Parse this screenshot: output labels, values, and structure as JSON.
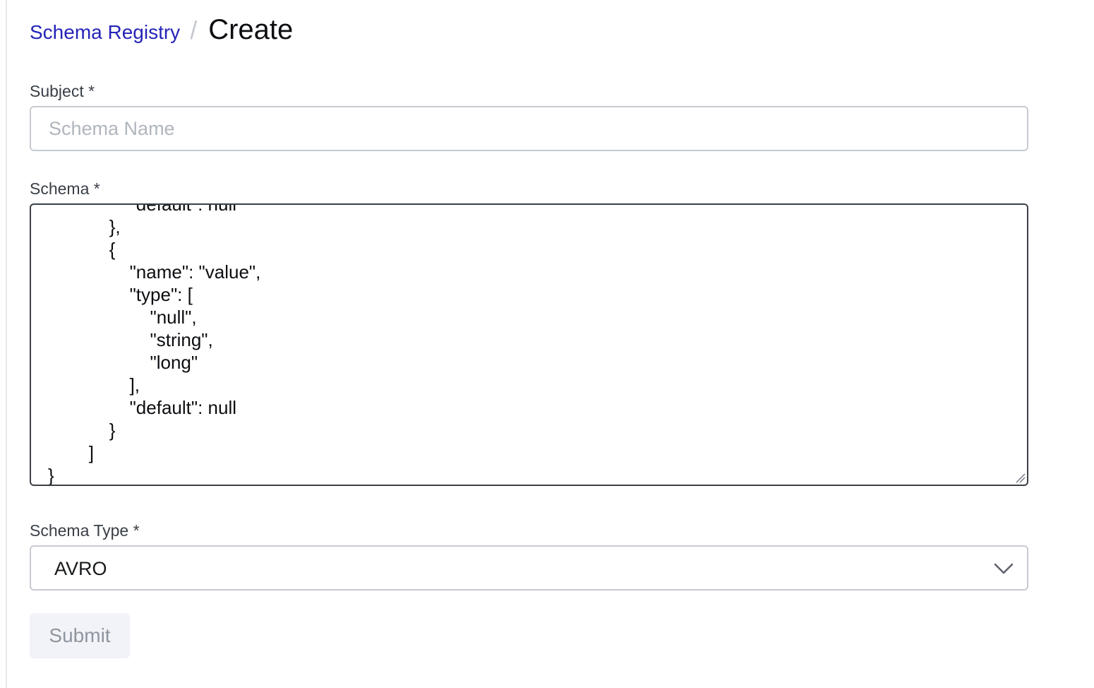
{
  "breadcrumb": {
    "parent": "Schema Registry",
    "separator": "/",
    "current": "Create"
  },
  "subject": {
    "label": "Subject *",
    "placeholder": "Schema Name",
    "value": ""
  },
  "schema": {
    "label": "Schema *",
    "value": "\t\t\t\t\"default\": null\n\t\t\t},\n\t\t\t{\n\t\t\t\t\"name\": \"value\",\n\t\t\t\t\"type\": [\n\t\t\t\t\t\"null\",\n\t\t\t\t\t\"string\",\n\t\t\t\t\t\"long\"\n\t\t\t\t],\n\t\t\t\t\"default\": null\n\t\t\t}\n\t\t]\n}"
  },
  "schema_type": {
    "label": "Schema Type *",
    "selected": "AVRO"
  },
  "submit": {
    "label": "Submit"
  },
  "colors": {
    "link": "#2424b8",
    "editor_border": "#3b4047",
    "input_border": "#c7cbd1",
    "submit_bg": "#f2f3f9",
    "submit_text": "#8f959e"
  },
  "icons": {
    "select_chevron": "chevron-down-icon",
    "editor_resize": "resize-grip-icon"
  }
}
